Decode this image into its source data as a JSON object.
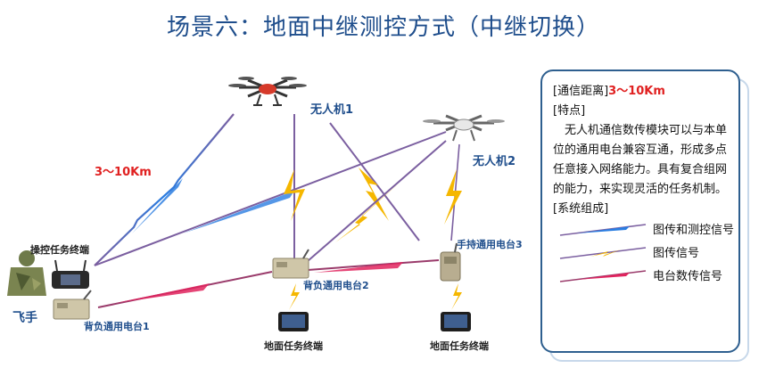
{
  "title": "场景六：地面中继测控方式（中继切换）",
  "labels": {
    "uav1": "无人机1",
    "uav2": "无人机2",
    "range": "3～10Km",
    "control_terminal": "操控任务终端",
    "pilot": "飞手",
    "backpack1": "背负通用电台1",
    "backpack2": "背负通用电台2",
    "handheld3": "手持通用电台3",
    "ground_terminal_1": "地面任务终端",
    "ground_terminal_2": "地面任务终端"
  },
  "panel": {
    "distance_label": "[通信距离]",
    "distance_value": "3～10Km",
    "features_label": "[特点]",
    "features_text": "无人机通信数传模块可以与本单位的通用电台兼容互通，形成多点任意接入网络能力。具有复合组网的能力，来实现灵活的任务机制。",
    "system_label": "[系统组成]",
    "legend": [
      {
        "label": "图传和测控信号",
        "colors": [
          "#2a7de1",
          "#c0392b"
        ]
      },
      {
        "label": "图传信号",
        "colors": [
          "#3a7bd5",
          "#f5b700"
        ]
      },
      {
        "label": "电台数传信号",
        "colors": [
          "#8e44ad",
          "#e0245e"
        ]
      }
    ]
  },
  "colors": {
    "title": "#1f4e8c",
    "blue_signal": "#2a7de1",
    "red_signal": "#e0245e",
    "gold_signal": "#f5b700",
    "purple_line": "#7b5fa0"
  },
  "icons": [
    "drone-icon",
    "soldier-icon",
    "tablet-icon",
    "radio-icon",
    "lightning-icon"
  ]
}
